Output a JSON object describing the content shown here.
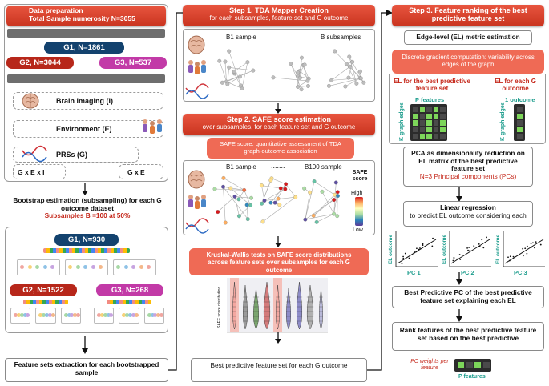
{
  "left": {
    "header_title": "Data preparation",
    "header_sub": "Total Sample numerosity N=3055",
    "g1": "G1, N=1861",
    "g2": "G2, N=3044",
    "g3": "G3, N=537",
    "brain": "Brain imaging (I)",
    "env": "Environment (E)",
    "prs": "PRSs (G)",
    "gxexi": "G x E x I",
    "gxe": "G x E",
    "bootstrap_a": "Bootstrap estimation (subsampling) for each G outcome dataset",
    "bootstrap_b": "Subsamples B =100 at 50%",
    "b_g1": "G1, N=930",
    "b_g2": "G2, N=1522",
    "b_g3": "G3, N=268",
    "extract": "Feature sets extraction for each bootstrapped sample"
  },
  "step1": {
    "title": "Step 1. TDA Mapper Creation",
    "sub": "for each subsamples, feature set and G outcome",
    "b1": "B1 sample",
    "dots": ".......",
    "b": "B subsamples"
  },
  "step2": {
    "title": "Step 2. SAFE score estimation",
    "sub": "over subsamples, for each feature set and G outcome",
    "safe_desc": "SAFE score: quantitative assessment of TDA graph-outcome association",
    "b1": "B1 sample",
    "dots": ".......",
    "b100": "B100 sample",
    "legend_title": "SAFE score",
    "high": "High",
    "low": "Low",
    "kw": "Kruskal-Wallis tests on SAFE score distributions across feature sets over subsamples for each G outcome",
    "violin_ylabel": "SAFE score distribution",
    "best": "Best predictive feature set for each G outcome"
  },
  "step3": {
    "title": "Step 3. Feature ranking of the best predictive feature set",
    "el": "Edge-level (EL) metric estimation",
    "grad": "Discrete gradient computation: variability across edges of the graph",
    "el_best": "EL for the best predictive feature set",
    "el_each": "EL for each G outcome",
    "p_features": "P features",
    "k_edges": "K graph edges",
    "one_outcome": "1 outcome",
    "pca_a": "PCA as dimensionality reduction on EL matrix of the best predictive feature set",
    "pca_b": "N=3 Principal components (PCs)",
    "lr_title": "Linear regression",
    "lr_sub": "to predict EL outcome considering each",
    "el_outcome": "EL outcome",
    "pc1": "PC 1",
    "pc2": "PC 2",
    "pc3": "PC 3",
    "best_pc": "Best Predictive PC of the best predictive feature set explaining each EL",
    "rank": "Rank features of the best predictive feature set based on the best predictive",
    "pc_weights": "PC weights per feature",
    "p_features2": "P features"
  },
  "colors": {
    "red": "#d8442f",
    "navy": "#13426e",
    "magenta": "#c23aa7",
    "salmon": "#ef6a55",
    "teal": "#1b9c8c"
  }
}
